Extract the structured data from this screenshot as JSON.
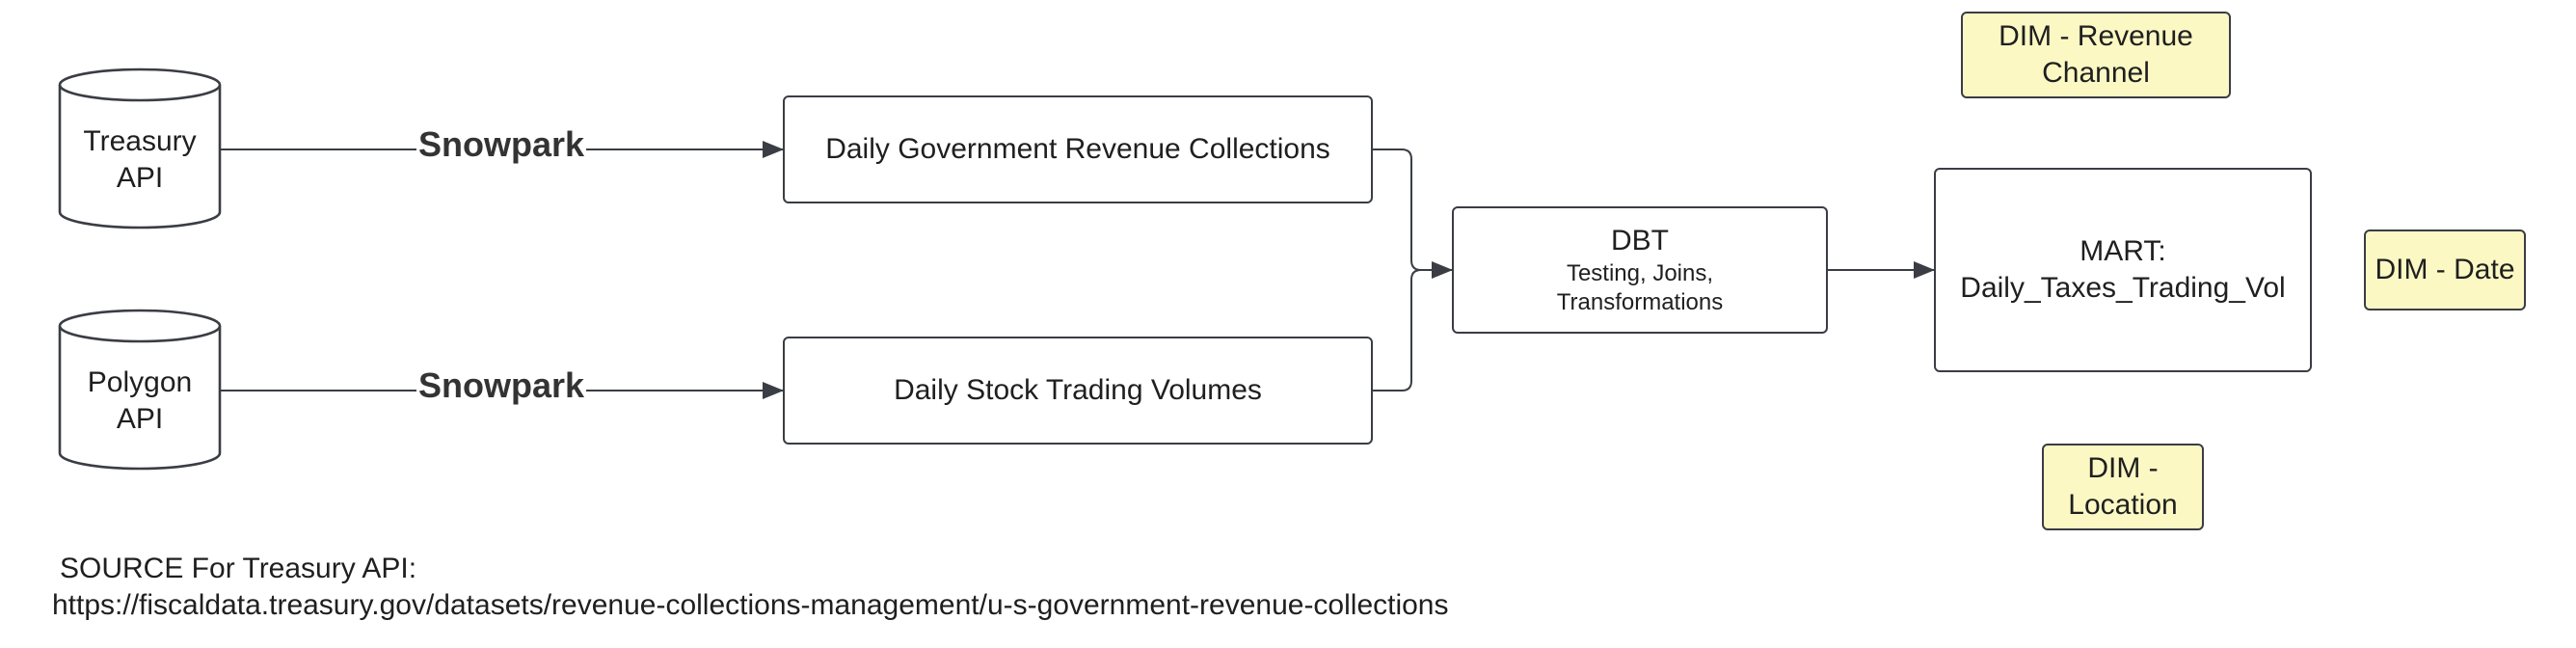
{
  "sources": {
    "treasury": {
      "line1": "Treasury",
      "line2": "API"
    },
    "polygon": {
      "line1": "Polygon",
      "line2": "API"
    }
  },
  "edges": {
    "snowpark_top": "Snowpark",
    "snowpark_bottom": "Snowpark"
  },
  "staging": {
    "revenue": "Daily Government Revenue Collections",
    "trading": "Daily Stock Trading Volumes"
  },
  "dbt": {
    "title": "DBT",
    "sub_line1": "Testing, Joins,",
    "sub_line2": "Transformations"
  },
  "mart": {
    "line1": "MART:",
    "line2": "Daily_Taxes_Trading_Vol"
  },
  "dims": {
    "revenue_channel": {
      "line1": "DIM - Revenue",
      "line2": "Channel"
    },
    "date": {
      "line1": "DIM - Date"
    },
    "location": {
      "line1": "DIM -",
      "line2": "Location"
    }
  },
  "source_note": {
    "line1": "SOURCE For Treasury API:",
    "line2": "https://fiscaldata.treasury.gov/datasets/revenue-collections-management/u-s-government-revenue-collections"
  },
  "colors": {
    "stroke": "#3a3d44",
    "dim_fill": "#fbf8c4",
    "text": "#1f1f1f"
  }
}
